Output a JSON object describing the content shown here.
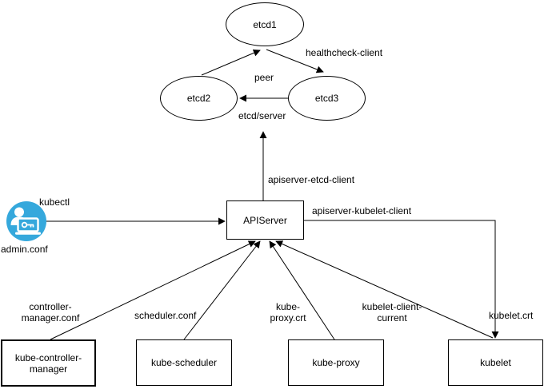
{
  "diagram": {
    "nodes": {
      "etcd1": "etcd1",
      "etcd2": "etcd2",
      "etcd3": "etcd3",
      "apiserver": "APIServer",
      "kube_controller_manager": "kube-controller-manager",
      "kube_scheduler": "kube-scheduler",
      "kube_proxy": "kube-proxy",
      "kubelet": "kubelet"
    },
    "edge_labels": {
      "healthcheck_client": "healthcheck-client",
      "peer": "peer",
      "etcd_server": "etcd/server",
      "apiserver_etcd_client": "apiserver-etcd-client",
      "kubectl": "kubectl",
      "admin_conf": "admin.conf",
      "apiserver_kubelet_client": "apiserver-kubelet-client",
      "controller_manager_conf": "controller-manager.conf",
      "scheduler_conf": "scheduler.conf",
      "kube_proxy_crt": "kube-proxy.crt",
      "kubelet_client_current": "kubelet-client-current",
      "kubelet_crt": "kubelet.crt"
    },
    "icons": {
      "admin_user": "user-laptop-key-icon"
    },
    "colors": {
      "user_icon_bg": "#35A8DC",
      "line": "#000000",
      "node_border": "#000000",
      "node_fill": "#FFFFFF",
      "background": "#FFFFFF"
    }
  }
}
